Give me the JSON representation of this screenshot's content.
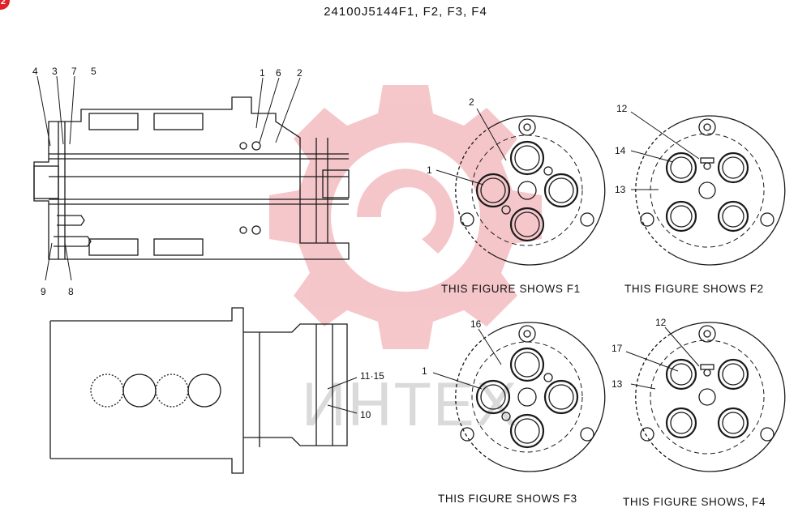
{
  "header": {
    "title": "24100J5144F1, F2, F3, F4",
    "page_badge": "2"
  },
  "watermark": {
    "logo_text": "ИНТЕХ",
    "color": "#f2b3b8"
  },
  "captions": {
    "f1": "THIS FIGURE SHOWS  F1",
    "f2": "THIS FIGURE SHOWS   F2",
    "f3": "THIS FIGURE SHOWS   F3",
    "f4": "THIS FIGURE SHOWS, F4"
  },
  "callouts": {
    "side_top": [
      "4",
      "3",
      "7",
      "5",
      "1",
      "6",
      "2"
    ],
    "side_bottom": [
      "9",
      "8"
    ],
    "lower_view": [
      "11·15",
      "10"
    ],
    "f1": [
      "2",
      "1"
    ],
    "f2": [
      "12",
      "14",
      "13"
    ],
    "f3": [
      "16",
      "1"
    ],
    "f4": [
      "12",
      "17",
      "13"
    ]
  }
}
